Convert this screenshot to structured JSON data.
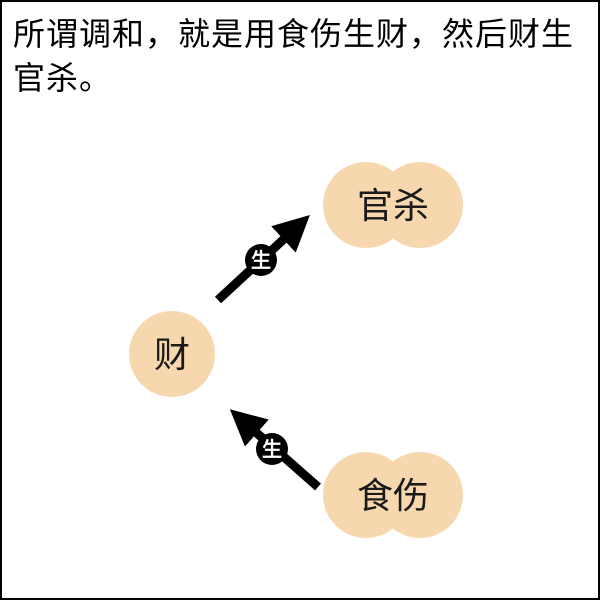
{
  "caption": "所谓调和，就是用食伤生财，然后财生官杀。",
  "nodes": {
    "guansha": "官杀",
    "cai": "财",
    "shishang": "食伤"
  },
  "edges": {
    "cai_to_guansha": "生",
    "shishang_to_cai": "生"
  },
  "colors": {
    "node_fill": "#F7D7AE",
    "arrow": "#000000",
    "badge": "#000000",
    "badge_text": "#ffffff",
    "text": "#1a1a1a"
  }
}
